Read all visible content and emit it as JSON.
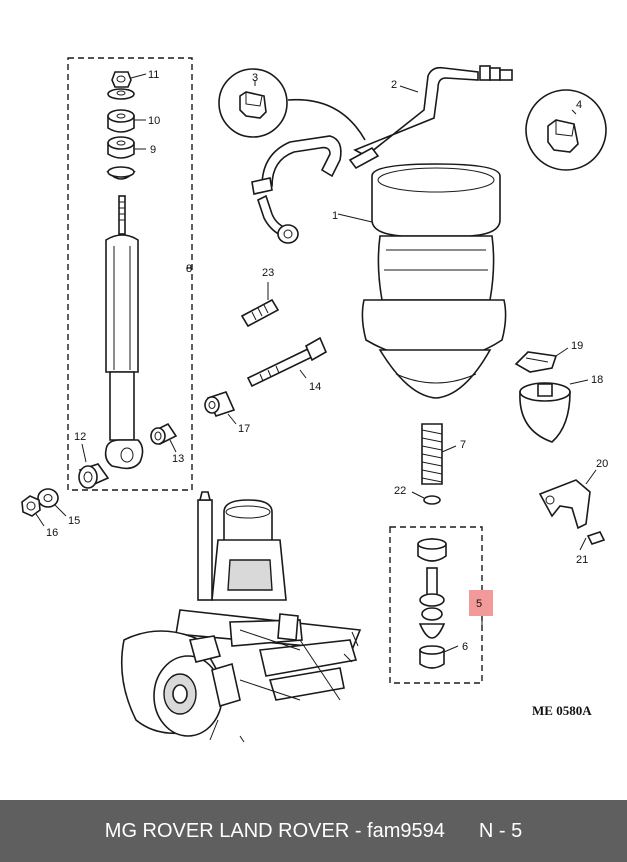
{
  "labels": {
    "n1": "1",
    "n2": "2",
    "n3": "3",
    "n4": "4",
    "n5": "5",
    "n6": "6",
    "n7": "7",
    "n8": "8",
    "n9": "9",
    "n10": "10",
    "n11": "11",
    "n12": "12",
    "n13": "13",
    "n14": "14",
    "n15": "15",
    "n16": "16",
    "n17": "17",
    "n18": "18",
    "n19": "19",
    "n20": "20",
    "n21": "21",
    "n22": "22",
    "n23": "23"
  },
  "reference_code": "ME 0580A",
  "highlight_color": "#f29a9a",
  "footer": {
    "text": "MG ROVER LAND ROVER - fam9594",
    "page": "N - 5"
  }
}
